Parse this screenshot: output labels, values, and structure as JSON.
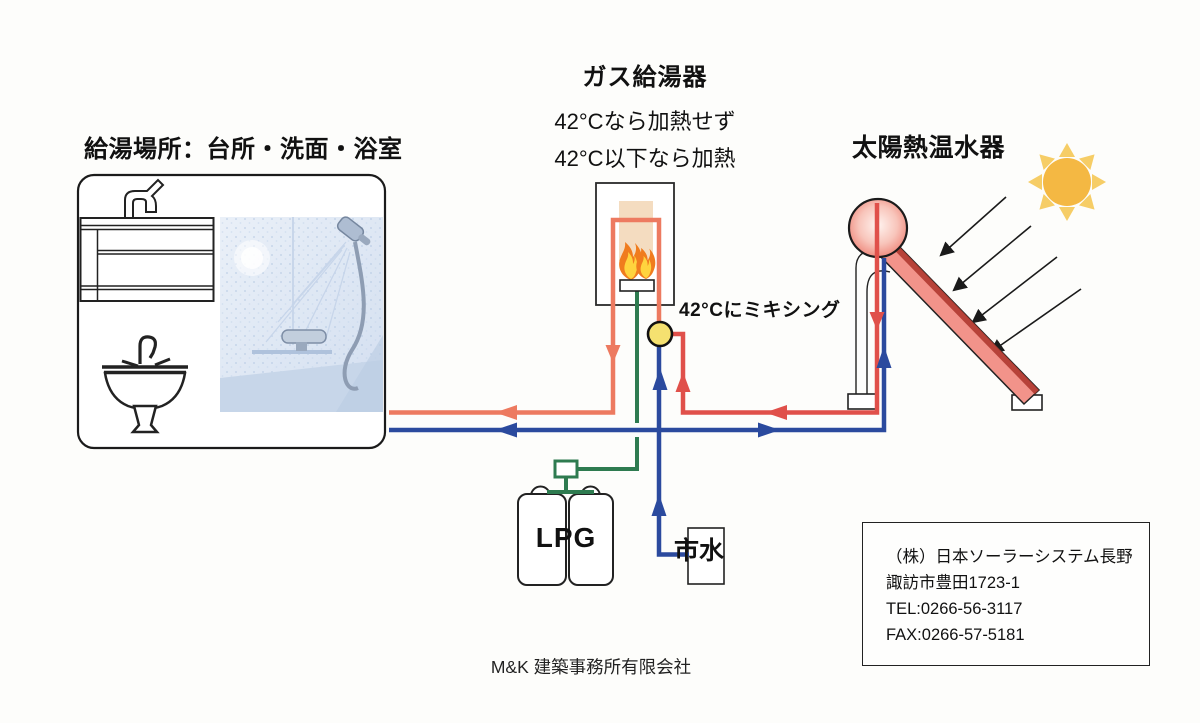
{
  "diagram": {
    "gas_heater": {
      "title": "ガス給湯器",
      "note_line1": "42°Cなら加熱せず",
      "note_line2": "42°C以下なら加熱"
    },
    "supply_label": "給湯場所：台所・洗面・浴室",
    "solar_label": "太陽熱温水器",
    "mixing_label": "42°Cにミキシング",
    "lpg_label": "LPG",
    "city_water_label": "市水",
    "company": {
      "name": "（株）日本ソーラーシステム長野",
      "address": "諏訪市豊田1723-1",
      "tel": "TEL:0266-56-3117",
      "fax": "FAX:0266-57-5181"
    },
    "footer": "M&K 建築事務所有限会社"
  },
  "colors": {
    "pipe_hot": "#ED7A60",
    "pipe_hot_solar": "#E0504A",
    "pipe_cold": "#2B4A9E",
    "pipe_gas": "#2E7B50",
    "valve": "#F5E170",
    "sun": "#F4B843",
    "sun_ray": "#F6CD66",
    "flame_outer": "#F07C1E",
    "flame_inner": "#FFD43E",
    "heat_exchanger": "#F4DCC0",
    "collector": "#F2938A",
    "collector_edge": "#B03A30",
    "ink": "#1b1b1b"
  }
}
